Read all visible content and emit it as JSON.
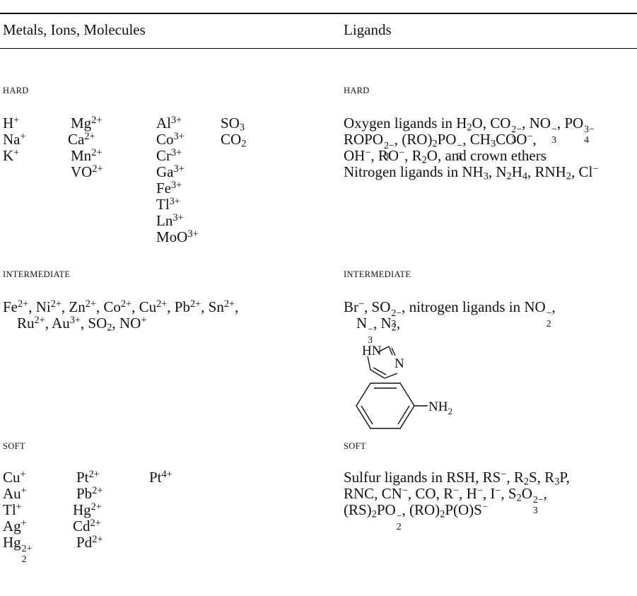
{
  "header": {
    "col_metals": "Metals, Ions, Molecules",
    "col_ligands": "Ligands"
  },
  "hard": {
    "label": "HARD",
    "ligand_label": "HARD",
    "c1": [
      {
        "b": "H",
        "s": "+"
      },
      {
        "b": "Na",
        "s": "+"
      },
      {
        "b": "K",
        "s": "+"
      }
    ],
    "c2": [
      {
        "b": "Mg",
        "s": "2+"
      },
      {
        "b": "Ca",
        "s": "2+"
      },
      {
        "b": "Mn",
        "s": "2+"
      },
      {
        "b": "VO",
        "s": "2+"
      }
    ],
    "c3": [
      {
        "b": "Al",
        "s": "3+"
      },
      {
        "b": "Co",
        "s": "3+"
      },
      {
        "b": "Cr",
        "s": "3+"
      },
      {
        "b": "Ga",
        "s": "3+"
      },
      {
        "b": "Fe",
        "s": "3+"
      },
      {
        "b": "Tl",
        "s": "3+"
      },
      {
        "b": "Ln",
        "s": "3+"
      },
      {
        "b": "MoO",
        "s": "3+"
      }
    ],
    "c4": [
      {
        "b": "SO",
        "n": "3"
      },
      {
        "b": "CO",
        "n": "2"
      }
    ],
    "ligand_lines": [
      [
        {
          "t": "Oxygen ligands in H"
        },
        {
          "sub": "2"
        },
        {
          "t": "O, CO"
        },
        {
          "ss": [
            "2−",
            "3"
          ]
        },
        {
          "t": ", NO"
        },
        {
          "ss": [
            "−",
            "3"
          ]
        },
        {
          "t": ", PO"
        },
        {
          "ss": [
            "3−",
            "4"
          ]
        }
      ],
      [
        {
          "t": "ROPO"
        },
        {
          "ss": [
            "2−",
            "3"
          ]
        },
        {
          "t": ", (RO)"
        },
        {
          "sub": "2"
        },
        {
          "t": "PO"
        },
        {
          "ss": [
            "−",
            "3"
          ]
        },
        {
          "t": ", CH"
        },
        {
          "sub": "3"
        },
        {
          "t": "COO"
        },
        {
          "sup": "−"
        },
        {
          "t": ","
        }
      ],
      [
        {
          "t": "OH"
        },
        {
          "sup": "−"
        },
        {
          "t": ", RO"
        },
        {
          "sup": "−"
        },
        {
          "t": ", R"
        },
        {
          "sub": "2"
        },
        {
          "t": "O, and crown ethers"
        }
      ],
      [
        {
          "t": "Nitrogen ligands in NH"
        },
        {
          "sub": "3"
        },
        {
          "t": ", N"
        },
        {
          "sub": "2"
        },
        {
          "t": "H"
        },
        {
          "sub": "4"
        },
        {
          "t": ", RNH"
        },
        {
          "sub": "2"
        },
        {
          "t": ", Cl"
        },
        {
          "sup": "−"
        }
      ]
    ]
  },
  "intermediate": {
    "label": "INTERMEDIATE",
    "ligand_label": "INTERMEDIATE",
    "metal_lines": [
      [
        {
          "t": "Fe"
        },
        {
          "sup": "2+"
        },
        {
          "t": ", Ni"
        },
        {
          "sup": "2+"
        },
        {
          "t": ", Zn"
        },
        {
          "sup": "2+"
        },
        {
          "t": ", Co"
        },
        {
          "sup": "2+"
        },
        {
          "t": ", Cu"
        },
        {
          "sup": "2+"
        },
        {
          "t": ", Pb"
        },
        {
          "sup": "2+"
        },
        {
          "t": ", Sn"
        },
        {
          "sup": "2+"
        },
        {
          "t": ","
        }
      ],
      [
        {
          "t": "Ru"
        },
        {
          "sup": "2+"
        },
        {
          "t": ", Au"
        },
        {
          "sup": "3+"
        },
        {
          "t": ", SO"
        },
        {
          "sub": "2"
        },
        {
          "t": ", NO"
        },
        {
          "sup": "+"
        }
      ]
    ],
    "ligand_lines": [
      [
        {
          "t": "Br"
        },
        {
          "sup": "−"
        },
        {
          "t": ", SO"
        },
        {
          "ss": [
            "2−",
            "3"
          ]
        },
        {
          "t": ", nitrogen ligands in NO"
        },
        {
          "ss": [
            "−",
            "2"
          ]
        },
        {
          "t": ","
        }
      ],
      [
        {
          "t": "N"
        },
        {
          "ss": [
            "−",
            "3"
          ]
        },
        {
          "t": ", N"
        },
        {
          "sub": "2"
        },
        {
          "t": ","
        }
      ]
    ],
    "imidazole": {
      "hn": "HN",
      "n": "N"
    },
    "aniline": {
      "nh": "NH",
      "sub": "2"
    }
  },
  "soft": {
    "label": "SOFT",
    "ligand_label": "SOFT",
    "c1": [
      {
        "b": "Cu",
        "s": "+"
      },
      {
        "b": "Au",
        "s": "+"
      },
      {
        "b": "Tl",
        "s": "+"
      },
      {
        "b": "Ag",
        "s": "+"
      },
      {
        "b": "Hg",
        "ss": [
          "2+",
          "2"
        ]
      }
    ],
    "c2": [
      {
        "b": "Pt",
        "s": "2+"
      },
      {
        "b": "Pb",
        "s": "2+"
      },
      {
        "b": "Hg",
        "s": "2+"
      },
      {
        "b": "Cd",
        "s": "2+"
      },
      {
        "b": "Pd",
        "s": "2+"
      }
    ],
    "c3": [
      {
        "b": "Pt",
        "s": "4+"
      }
    ],
    "ligand_lines": [
      [
        {
          "t": "Sulfur ligands in RSH, RS"
        },
        {
          "sup": "−"
        },
        {
          "t": ", R"
        },
        {
          "sub": "2"
        },
        {
          "t": "S, R"
        },
        {
          "sub": "3"
        },
        {
          "t": "P,"
        }
      ],
      [
        {
          "t": "RNC, CN"
        },
        {
          "sup": "−"
        },
        {
          "t": ", CO, R"
        },
        {
          "sup": "−"
        },
        {
          "t": ", H"
        },
        {
          "sup": "−"
        },
        {
          "t": ", I"
        },
        {
          "sup": "−"
        },
        {
          "t": ", S"
        },
        {
          "sub": "2"
        },
        {
          "t": "O"
        },
        {
          "ss": [
            "2−",
            "3"
          ]
        },
        {
          "t": ","
        }
      ],
      [
        {
          "t": "(RS)"
        },
        {
          "sub": "2"
        },
        {
          "t": "PO"
        },
        {
          "ss": [
            "−",
            "2"
          ]
        },
        {
          "t": ", (RO)"
        },
        {
          "sub": "2"
        },
        {
          "t": "P(O)S"
        },
        {
          "sup": "−"
        }
      ]
    ]
  }
}
